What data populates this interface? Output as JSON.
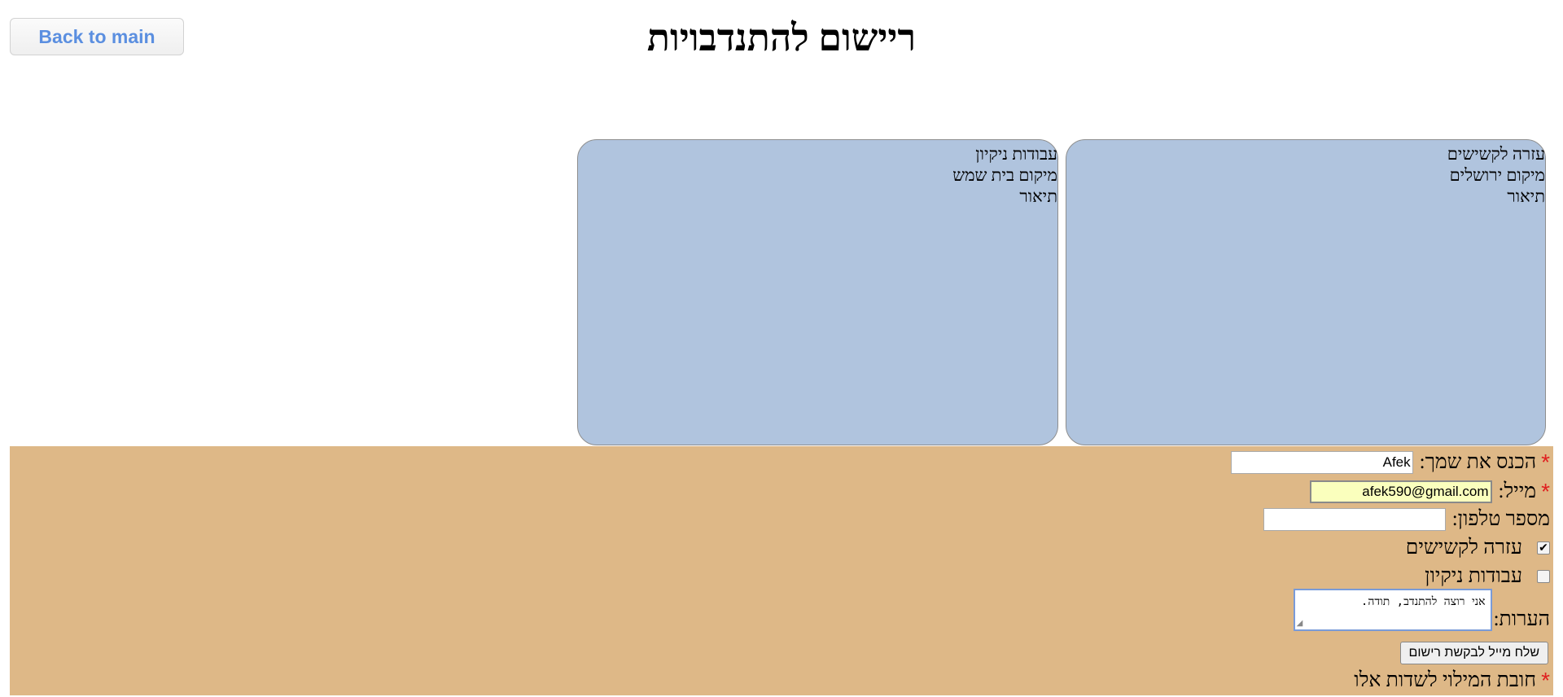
{
  "header": {
    "back_label": "Back to main",
    "title": "ריישום להתנדבויות"
  },
  "cards": [
    {
      "title": "עזרה לקשישים",
      "location": "מיקום ירושלים",
      "description": "תיאור"
    },
    {
      "title": "עבודות ניקיון",
      "location": "מיקום בית שמש",
      "description": "תיאור"
    }
  ],
  "form": {
    "required_mark": "*",
    "name_label": "הכנס את שמך:",
    "name_value": "Afek",
    "email_label": "מייל:",
    "email_value": "afek590@gmail.com",
    "phone_label": "מספר טלפון:",
    "phone_value": "",
    "options": [
      {
        "label": "עזרה לקשישים",
        "checked": true,
        "mark": "✔"
      },
      {
        "label": "עבודות ניקיון",
        "checked": false,
        "mark": ""
      }
    ],
    "notes_label": "הערות:",
    "notes_value": "אני רוצה להתנדב, תודה.",
    "submit_label": "שלח מייל לבקשת רישום",
    "required_note": "חובת המילוי לשדות אלו"
  },
  "colors": {
    "card_bg": "#b0c4de",
    "form_bg": "#deb887",
    "required": "#e02020",
    "back_text": "#5b8fe0",
    "autofill_bg": "#faffbd"
  }
}
